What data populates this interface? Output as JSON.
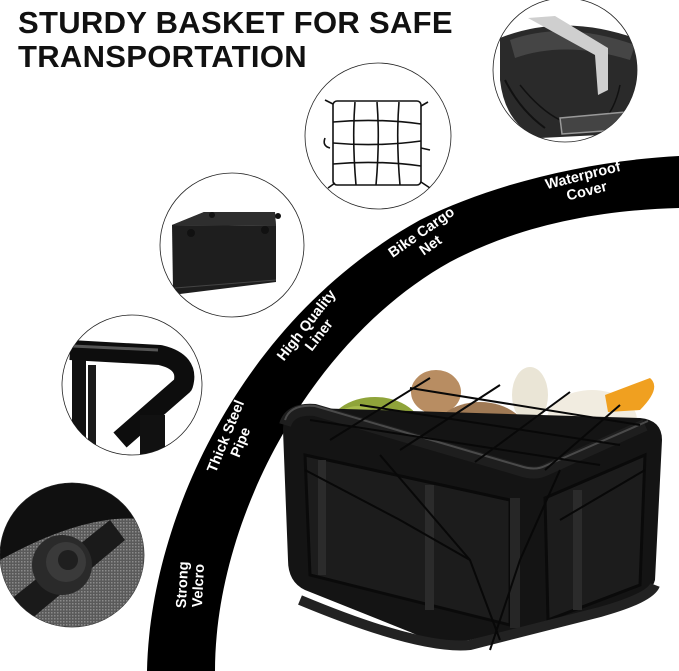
{
  "headline": {
    "line1": "STURDY BASKET FOR SAFE",
    "line2": "TRANSPORTATION"
  },
  "features": [
    {
      "id": "velcro",
      "line1": "Strong",
      "line2": "Velcro",
      "image": "velcro-strap-closeup"
    },
    {
      "id": "pipe",
      "line1": "Thick Steel",
      "line2": "Pipe",
      "image": "steel-pipe-corner-closeup"
    },
    {
      "id": "liner",
      "line1": "High Quality",
      "line2": "Liner",
      "image": "black-fabric-liner"
    },
    {
      "id": "net",
      "line1": "Bike Cargo",
      "line2": "Net",
      "image": "bungee-cargo-net"
    },
    {
      "id": "cover",
      "line1": "Waterproof",
      "line2": "Cover",
      "image": "waterproof-rain-cover"
    }
  ],
  "product": {
    "image": "black-bike-basket-with-plush-toys-under-cargo-net"
  },
  "colors": {
    "band": "#000000",
    "band_text": "#ffffff",
    "headline": "#111111",
    "plush_green": "#8fa43a",
    "plush_brown": "#a07a55",
    "plush_orange": "#f0a020"
  }
}
